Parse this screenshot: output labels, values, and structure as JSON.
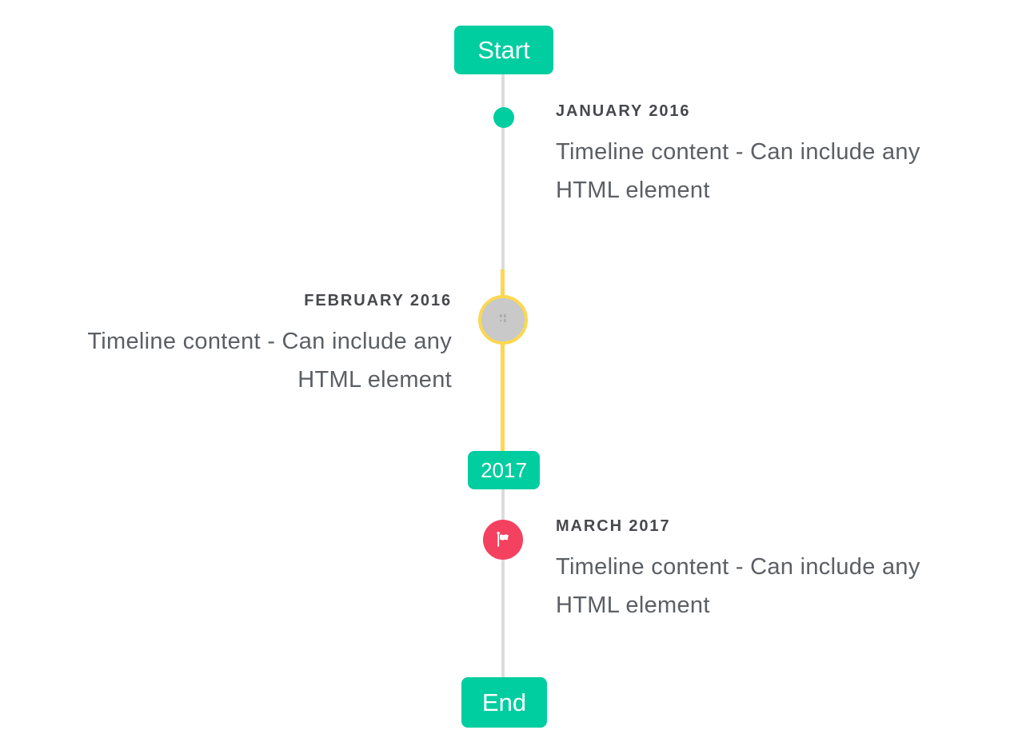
{
  "timeline": {
    "orientation": "vertical",
    "start_label": "Start",
    "year_badge_label": "2017",
    "end_label": "End",
    "items": [
      {
        "date": "JANUARY 2016",
        "content": "Timeline content - Can include any HTML element",
        "side": "right",
        "marker": "teal-dot"
      },
      {
        "date": "FEBRUARY 2016",
        "content": "Timeline content - Can include any HTML element",
        "side": "left",
        "marker": "gray-circle-yellow-ring-broken-image"
      },
      {
        "date": "MARCH 2017",
        "content": "Timeline content - Can include any HTML element",
        "side": "right",
        "marker": "red-circle-white-flag"
      }
    ],
    "colors": {
      "accent_teal": "#00CDA0",
      "highlight_yellow": "#FBD850",
      "flag_red": "#F4415F",
      "line_gray": "#DCDCDC",
      "inactive_circle_gray": "#C9C9CA",
      "date_text": "#46484D",
      "body_text": "#5B5F64"
    }
  }
}
